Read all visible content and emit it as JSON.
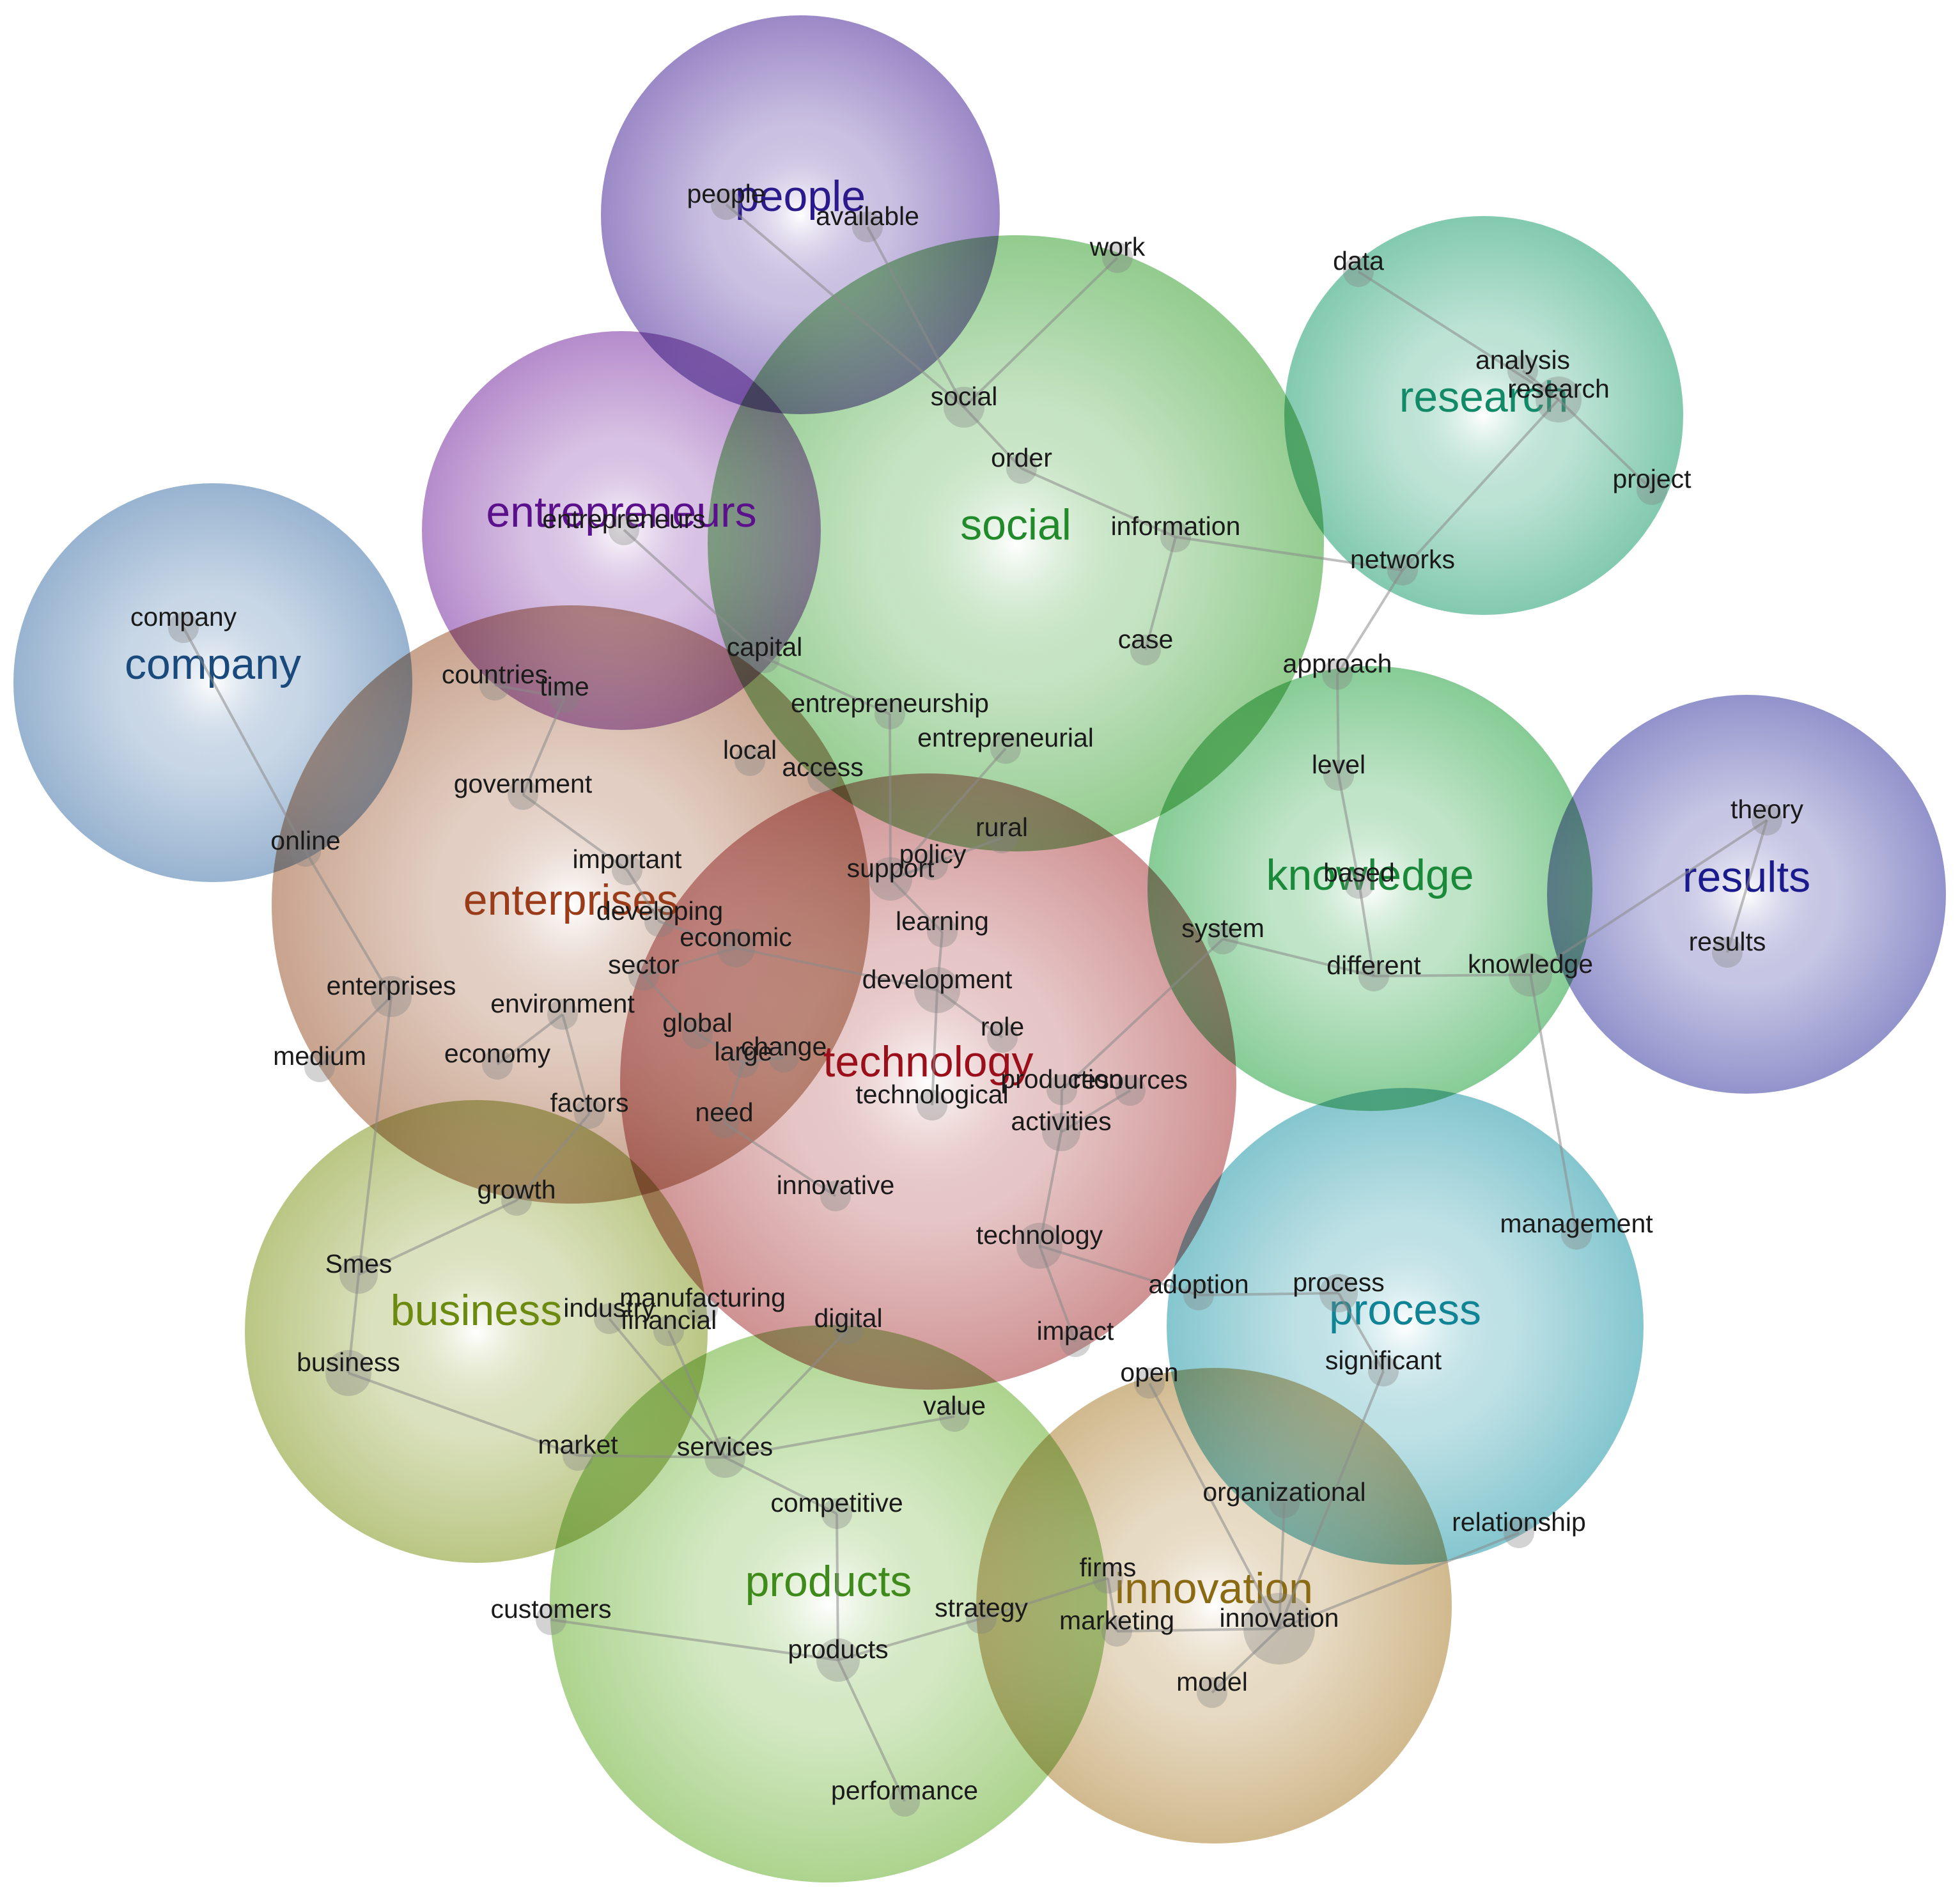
{
  "clusters": [
    {
      "id": "people",
      "label": "people",
      "color": "#8a74bd",
      "text_color": "#2a1a8c"
    },
    {
      "id": "social",
      "label": "social",
      "color": "#7fc27a",
      "text_color": "#218a2a"
    },
    {
      "id": "research",
      "label": "research",
      "color": "#6cc0a2",
      "text_color": "#128a68"
    },
    {
      "id": "entrepreneurs",
      "label": "entrepreneurs",
      "color": "#a877c2",
      "text_color": "#5c118c"
    },
    {
      "id": "company",
      "label": "company",
      "color": "#86a6c8",
      "text_color": "#1a4a7c"
    },
    {
      "id": "enterprises",
      "label": "enterprises",
      "color": "#bf937a",
      "text_color": "#9a3c1a"
    },
    {
      "id": "technology",
      "label": "technology",
      "color": "#c77f80",
      "text_color": "#9a0f1a"
    },
    {
      "id": "knowledge",
      "label": "knowledge",
      "color": "#71c383",
      "text_color": "#1a8a3a"
    },
    {
      "id": "results",
      "label": "results",
      "color": "#8080c3",
      "text_color": "#1a1a8c"
    },
    {
      "id": "process",
      "label": "process",
      "color": "#6fbcc6",
      "text_color": "#108494"
    },
    {
      "id": "business",
      "label": "business",
      "color": "#aebc6e",
      "text_color": "#6c8a10"
    },
    {
      "id": "products",
      "label": "products",
      "color": "#9ecc7a",
      "text_color": "#3e8a1a"
    },
    {
      "id": "innovation",
      "label": "innovation",
      "color": "#c9ad7a",
      "text_color": "#8a6a12"
    }
  ],
  "terms": [
    {
      "id": "people",
      "text": "people"
    },
    {
      "id": "available",
      "text": "available"
    },
    {
      "id": "work",
      "text": "work"
    },
    {
      "id": "data",
      "text": "data"
    },
    {
      "id": "analysis",
      "text": "analysis"
    },
    {
      "id": "research",
      "text": "research"
    },
    {
      "id": "project",
      "text": "project"
    },
    {
      "id": "social",
      "text": "social"
    },
    {
      "id": "order",
      "text": "order"
    },
    {
      "id": "information",
      "text": "information"
    },
    {
      "id": "networks",
      "text": "networks"
    },
    {
      "id": "case",
      "text": "case"
    },
    {
      "id": "entrepreneurs",
      "text": "entrepreneurs"
    },
    {
      "id": "company",
      "text": "company"
    },
    {
      "id": "capital",
      "text": "capital"
    },
    {
      "id": "approach",
      "text": "approach"
    },
    {
      "id": "countries",
      "text": "countries"
    },
    {
      "id": "time",
      "text": "time"
    },
    {
      "id": "entrepreneurship",
      "text": "entrepreneurship"
    },
    {
      "id": "local",
      "text": "local"
    },
    {
      "id": "access",
      "text": "access"
    },
    {
      "id": "entrepreneurial",
      "text": "entrepreneurial"
    },
    {
      "id": "government",
      "text": "government"
    },
    {
      "id": "level",
      "text": "level"
    },
    {
      "id": "theory",
      "text": "theory"
    },
    {
      "id": "online",
      "text": "online"
    },
    {
      "id": "rural",
      "text": "rural"
    },
    {
      "id": "important",
      "text": "important"
    },
    {
      "id": "policy",
      "text": "policy"
    },
    {
      "id": "support",
      "text": "support"
    },
    {
      "id": "based",
      "text": "based"
    },
    {
      "id": "developing",
      "text": "developing"
    },
    {
      "id": "learning",
      "text": "learning"
    },
    {
      "id": "system",
      "text": "system"
    },
    {
      "id": "economic",
      "text": "economic"
    },
    {
      "id": "results",
      "text": "results"
    },
    {
      "id": "sector",
      "text": "sector"
    },
    {
      "id": "different",
      "text": "different"
    },
    {
      "id": "knowledge",
      "text": "knowledge"
    },
    {
      "id": "enterprises",
      "text": "enterprises"
    },
    {
      "id": "development",
      "text": "development"
    },
    {
      "id": "environment",
      "text": "environment"
    },
    {
      "id": "global",
      "text": "global"
    },
    {
      "id": "role",
      "text": "role"
    },
    {
      "id": "medium",
      "text": "medium"
    },
    {
      "id": "economy",
      "text": "economy"
    },
    {
      "id": "large",
      "text": "large"
    },
    {
      "id": "change",
      "text": "change"
    },
    {
      "id": "production",
      "text": "production"
    },
    {
      "id": "resources",
      "text": "resources"
    },
    {
      "id": "technological",
      "text": "technological"
    },
    {
      "id": "factors",
      "text": "factors"
    },
    {
      "id": "need",
      "text": "need"
    },
    {
      "id": "activities",
      "text": "activities"
    },
    {
      "id": "innovative",
      "text": "innovative"
    },
    {
      "id": "growth",
      "text": "growth"
    },
    {
      "id": "management",
      "text": "management"
    },
    {
      "id": "technology",
      "text": "technology"
    },
    {
      "id": "smes",
      "text": "Smes"
    },
    {
      "id": "adoption",
      "text": "adoption"
    },
    {
      "id": "process",
      "text": "process"
    },
    {
      "id": "industry",
      "text": "industry"
    },
    {
      "id": "manufacturing",
      "text": "manufacturing"
    },
    {
      "id": "financial",
      "text": "financial"
    },
    {
      "id": "digital",
      "text": "digital"
    },
    {
      "id": "impact",
      "text": "impact"
    },
    {
      "id": "business",
      "text": "business"
    },
    {
      "id": "significant",
      "text": "significant"
    },
    {
      "id": "open",
      "text": "open"
    },
    {
      "id": "value",
      "text": "value"
    },
    {
      "id": "market",
      "text": "market"
    },
    {
      "id": "services",
      "text": "services"
    },
    {
      "id": "organizational",
      "text": "organizational"
    },
    {
      "id": "competitive",
      "text": "competitive"
    },
    {
      "id": "relationship",
      "text": "relationship"
    },
    {
      "id": "firms",
      "text": "firms"
    },
    {
      "id": "customers",
      "text": "customers"
    },
    {
      "id": "strategy",
      "text": "strategy"
    },
    {
      "id": "marketing",
      "text": "marketing"
    },
    {
      "id": "innovation",
      "text": "innovation"
    },
    {
      "id": "products",
      "text": "products"
    },
    {
      "id": "model",
      "text": "model"
    },
    {
      "id": "performance",
      "text": "performance"
    }
  ],
  "edges": [
    [
      "people",
      "social"
    ],
    [
      "available",
      "social"
    ],
    [
      "work",
      "social"
    ],
    [
      "social",
      "order"
    ],
    [
      "order",
      "information"
    ],
    [
      "information",
      "networks"
    ],
    [
      "information",
      "case"
    ],
    [
      "data",
      "research"
    ],
    [
      "analysis",
      "research"
    ],
    [
      "research",
      "project"
    ],
    [
      "research",
      "networks"
    ],
    [
      "networks",
      "approach"
    ],
    [
      "approach",
      "level"
    ],
    [
      "level",
      "based"
    ],
    [
      "based",
      "different"
    ],
    [
      "system",
      "different"
    ],
    [
      "different",
      "knowledge"
    ],
    [
      "knowledge",
      "theory"
    ],
    [
      "knowledge",
      "management"
    ],
    [
      "results",
      "theory"
    ],
    [
      "system",
      "production"
    ],
    [
      "entrepreneurs",
      "capital"
    ],
    [
      "capital",
      "entrepreneurship"
    ],
    [
      "entrepreneurship",
      "support"
    ],
    [
      "entrepreneurial",
      "support"
    ],
    [
      "rural",
      "support"
    ],
    [
      "policy",
      "support"
    ],
    [
      "support",
      "learning"
    ],
    [
      "learning",
      "development"
    ],
    [
      "economic",
      "development"
    ],
    [
      "development",
      "role"
    ],
    [
      "development",
      "technological"
    ],
    [
      "company",
      "online"
    ],
    [
      "online",
      "enterprises"
    ],
    [
      "enterprises",
      "medium"
    ],
    [
      "enterprises",
      "smes"
    ],
    [
      "countries",
      "time"
    ],
    [
      "time",
      "government"
    ],
    [
      "government",
      "important"
    ],
    [
      "important",
      "developing"
    ],
    [
      "developing",
      "economic"
    ],
    [
      "economic",
      "sector"
    ],
    [
      "sector",
      "global"
    ],
    [
      "global",
      "large"
    ],
    [
      "large",
      "change"
    ],
    [
      "need",
      "large"
    ],
    [
      "need",
      "innovative"
    ],
    [
      "environment",
      "economy"
    ],
    [
      "environment",
      "factors"
    ],
    [
      "factors",
      "growth"
    ],
    [
      "growth",
      "smes"
    ],
    [
      "smes",
      "business"
    ],
    [
      "business",
      "market"
    ],
    [
      "market",
      "services"
    ],
    [
      "financial",
      "services"
    ],
    [
      "industry",
      "services"
    ],
    [
      "services",
      "competitive"
    ],
    [
      "competitive",
      "products"
    ],
    [
      "value",
      "services"
    ],
    [
      "digital",
      "services"
    ],
    [
      "products",
      "strategy"
    ],
    [
      "strategy",
      "firms"
    ],
    [
      "firms",
      "marketing"
    ],
    [
      "products",
      "customers"
    ],
    [
      "products",
      "performance"
    ],
    [
      "activities",
      "technology"
    ],
    [
      "production",
      "activities"
    ],
    [
      "resources",
      "activities"
    ],
    [
      "technology",
      "adoption"
    ],
    [
      "technology",
      "impact"
    ],
    [
      "adoption",
      "process"
    ],
    [
      "process",
      "significant"
    ],
    [
      "significant",
      "innovation"
    ],
    [
      "open",
      "innovation"
    ],
    [
      "organizational",
      "innovation"
    ],
    [
      "relationship",
      "innovation"
    ],
    [
      "innovation",
      "model"
    ],
    [
      "marketing",
      "innovation"
    ]
  ]
}
